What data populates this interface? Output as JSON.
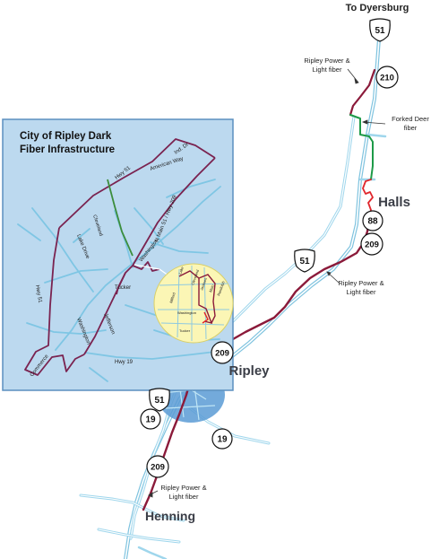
{
  "destination": "To Dyersburg",
  "towns": {
    "halls": "Halls",
    "ripley": "Ripley",
    "henning": "Henning"
  },
  "shields": {
    "us51_top": "51",
    "sr210": "210",
    "sr88": "88",
    "sr209_halls": "209",
    "us51_mid": "51",
    "sr209_ripley": "209",
    "us51_ripley": "51",
    "sr19_west": "19",
    "sr19_east": "19",
    "sr209_south": "209"
  },
  "annotations": {
    "rpl_north_1": "Ripley Power &",
    "rpl_north_2": "Light fiber",
    "forked_deer_1": "Forked Deer",
    "forked_deer_2": "fiber",
    "rpl_mid_1": "Ripley Power &",
    "rpl_mid_2": "Light fiber",
    "rpl_south_1": "Ripley Power &",
    "rpl_south_2": "Light fiber"
  },
  "inset": {
    "title_line1": "City of Ripley Dark",
    "title_line2": "Fiber Infrastructure",
    "streets": {
      "ind_dr": "Ind. Dr",
      "hwy51_top": "Hwy 51",
      "american_way": "American Way",
      "cleveland": "Cleveland",
      "n_main": "N Main 51 / Hwy 209",
      "lake_drive": "Lake Drive",
      "washington_ne": "Washington",
      "tucker": "Tucker",
      "hwy51_left": "Hwy 51",
      "washington_sw": "Washington",
      "jefferson": "Jefferson",
      "hwy19": "Hwy 19",
      "commerce": "Commerce"
    },
    "zoom_streets": {
      "lake": "Lake",
      "cleveland": "Cleveland",
      "jackson": "Jackson",
      "main": "Main",
      "randolph": "Randolph",
      "wilson": "Milford",
      "washington": "Washington",
      "tucker": "Tucker"
    }
  },
  "colors": {
    "fiber_ripley": "#8b1a3a",
    "fiber_forked_deer": "#1e9a48",
    "fiber_red": "#e0262c",
    "road": "#9fd6ec",
    "inset_bg": "#bcd9ef",
    "ripley_area": "#5b9bd5",
    "zoom_bg": "#fbf6b5"
  }
}
